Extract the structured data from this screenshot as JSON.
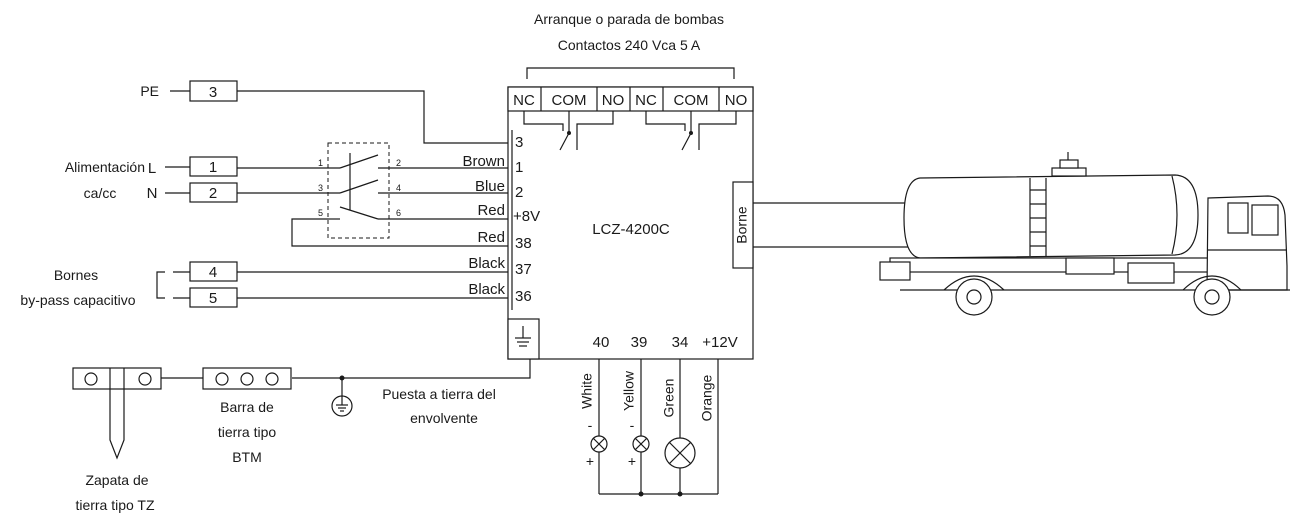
{
  "relay_header": {
    "line1": "Arranque o parada de bombas",
    "line2": "Contactos 240 Vca  5 A"
  },
  "relay_terminals": [
    "NC",
    "COM",
    "NO",
    "NC",
    "COM",
    "NO"
  ],
  "controller": {
    "model": "LCZ-4200C",
    "side_label": "Borne",
    "left_terminals": [
      "3",
      "1",
      "2",
      "+8V",
      "38",
      "37",
      "36"
    ],
    "bottom_terminals": [
      "40",
      "39",
      "34",
      "+12V"
    ]
  },
  "wire_colors": {
    "left": [
      "Brown",
      "Blue",
      "Red",
      "Red",
      "Black",
      "Black"
    ],
    "bottom": [
      "White",
      "Yellow",
      "Green",
      "Orange"
    ]
  },
  "terminal_blocks": [
    "3",
    "1",
    "2",
    "4",
    "5"
  ],
  "labels": {
    "pe": "PE",
    "alimentacion": "Alimentación",
    "ca_cc": "ca/cc",
    "l": "L",
    "n": "N",
    "bornes": "Bornes",
    "bypass": "by-pass capacitivo",
    "tierra_envolvente_1": "Puesta a tierra del",
    "tierra_envolvente_2": "envolvente",
    "barra_1": "Barra de",
    "barra_2": "tierra tipo",
    "barra_3": "BTM",
    "zapata_1": "Zapata de",
    "zapata_2": "tierra tipo TZ"
  },
  "switch_pins": [
    "1",
    "2",
    "3",
    "4",
    "5",
    "6"
  ],
  "lamp_polarity": {
    "minus": "-",
    "plus": "+"
  }
}
